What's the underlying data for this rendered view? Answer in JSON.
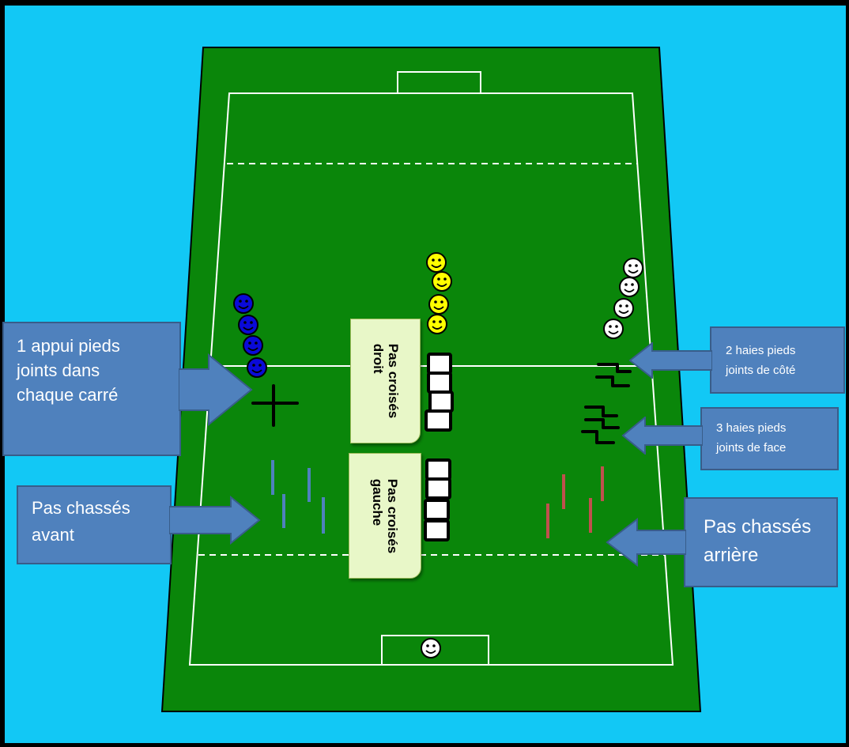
{
  "colors": {
    "background": "#12c8f5",
    "field": "#0a860a",
    "lines": "#ffffff",
    "callout": "#4f81bd",
    "note": "#e8f7c8",
    "team_blue": "#0a0ad8",
    "team_yellow": "#ffff00",
    "team_white": "#ffffff",
    "hurdle_blue": "#4f81bd",
    "hurdle_red": "#c0504d"
  },
  "icons": {
    "player": "smiley-face-icon",
    "arrow": "callout-arrow-icon",
    "square": "agility-square-icon",
    "hurdle": "hurdle-icon"
  },
  "callouts": {
    "joint_feet": "1 appui pieds\njoints dans\nchaque carré",
    "side_hurdles": "2 haies pieds\njoints de côté",
    "front_hurdles": "3 haies pieds\njoints de face",
    "forward_shuffle": "Pas chassés\navant",
    "backward_shuffle": "Pas chassés\narrière"
  },
  "notes": {
    "crossover_right": "Pas croisés\ndroit",
    "crossover_left": "Pas croisés\ngauche"
  }
}
